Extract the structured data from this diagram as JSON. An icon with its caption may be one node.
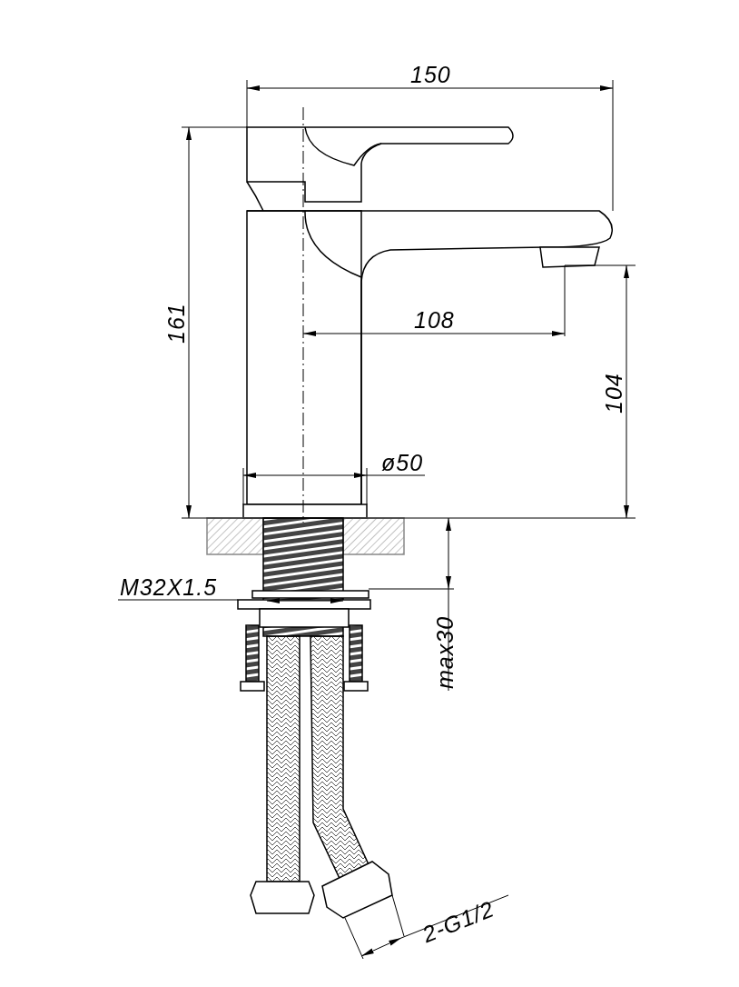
{
  "diagram": {
    "labels": [
      "150",
      "161",
      "108",
      "104",
      "ø50",
      "M32X1.5",
      "max30",
      "2-G1/2"
    ]
  }
}
